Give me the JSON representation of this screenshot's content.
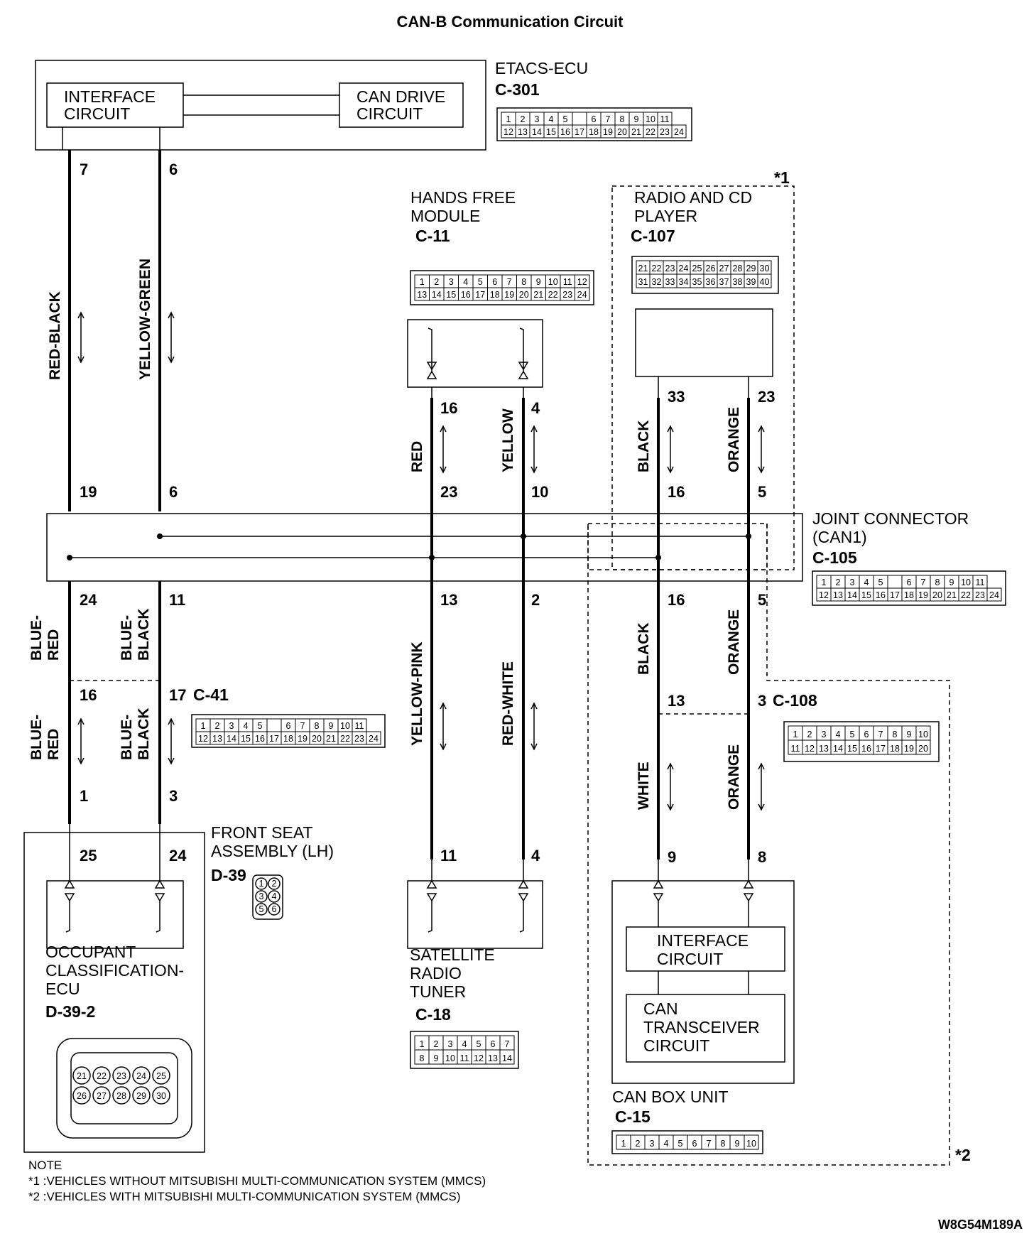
{
  "title": "CAN-B Communication Circuit",
  "footer_code": "W8G54M189A",
  "etacs": {
    "name": "ETACS-ECU",
    "connector": "C-301",
    "interface": [
      "INTERFACE",
      "CIRCUIT"
    ],
    "can_drive": [
      "CAN DRIVE",
      "CIRCUIT"
    ]
  },
  "hands_free": {
    "name": [
      "HANDS FREE",
      "MODULE"
    ],
    "connector": "C-11"
  },
  "radio": {
    "name": [
      "RADIO AND CD",
      "PLAYER"
    ],
    "connector": "C-107"
  },
  "joint": {
    "name": [
      "JOINT CONNECTOR",
      "(CAN1)"
    ],
    "connector": "C-105"
  },
  "front_seat": {
    "name": [
      "FRONT SEAT",
      "ASSEMBLY (LH)"
    ],
    "connector": "D-39"
  },
  "occupant": {
    "name": [
      "OCCUPANT",
      "CLASSIFICATION-",
      "ECU"
    ],
    "connector": "D-39-2"
  },
  "satellite": {
    "name": [
      "SATELLITE",
      "RADIO",
      "TUNER"
    ],
    "connector": "C-18"
  },
  "can_box": {
    "name": "CAN BOX UNIT",
    "connector": "C-15",
    "interface": [
      "INTERFACE",
      "CIRCUIT"
    ],
    "transceiver": [
      "CAN",
      "TRANSCEIVER",
      "CIRCUIT"
    ]
  },
  "c41": {
    "connector": "C-41"
  },
  "c108": {
    "connector": "C-108"
  },
  "marks": {
    "star1": "*1",
    "star2": "*2"
  },
  "wire_colors": {
    "red_black": "RED-BLACK",
    "yellow_green": "YELLOW-GREEN",
    "red": "RED",
    "yellow": "YELLOW",
    "black": "BLACK",
    "orange": "ORANGE",
    "blue_red": [
      "BLUE-",
      "RED"
    ],
    "blue_black": [
      "BLUE-",
      "BLACK"
    ],
    "yellow_pink": "YELLOW-PINK",
    "red_white": "RED-WHITE",
    "white": "WHITE"
  },
  "pins": {
    "etacs_a": "7",
    "etacs_b": "6",
    "joint_top_a": "19",
    "joint_top_b": "6",
    "joint_top_c": "23",
    "joint_top_d": "10",
    "joint_top_e": "16",
    "joint_top_f": "5",
    "joint_bot_a": "24",
    "joint_bot_b": "11",
    "joint_bot_c": "13",
    "joint_bot_d": "2",
    "joint_bot_e": "16",
    "joint_bot_f": "5",
    "hf_a": "16",
    "hf_b": "4",
    "radio_a": "33",
    "radio_b": "23",
    "c41_a": "16",
    "c41_b": "17",
    "seat_a": "1",
    "seat_b": "3",
    "occ_a": "25",
    "occ_b": "24",
    "sat_a": "11",
    "sat_b": "4",
    "c108_a": "13",
    "c108_b": "3",
    "box_a": "9",
    "box_b": "8"
  },
  "notes": {
    "heading": "NOTE",
    "n1": "*1 :VEHICLES WITHOUT MITSUBISHI MULTI-COMMUNICATION SYSTEM (MMCS)",
    "n2": "*2 :VEHICLES WITH MITSUBISHI MULTI-COMMUNICATION SYSTEM (MMCS)"
  },
  "connector_pins": {
    "c301_top": [
      "1",
      "2",
      "3",
      "4",
      "5",
      "",
      "6",
      "7",
      "8",
      "9",
      "10",
      "11"
    ],
    "c301_bot": [
      "12",
      "13",
      "14",
      "15",
      "16",
      "17",
      "18",
      "19",
      "20",
      "21",
      "22",
      "23",
      "24"
    ],
    "c11_top": [
      "1",
      "2",
      "3",
      "4",
      "5",
      "6",
      "7",
      "8",
      "9",
      "10",
      "11",
      "12"
    ],
    "c11_bot": [
      "13",
      "14",
      "15",
      "16",
      "17",
      "18",
      "19",
      "20",
      "21",
      "22",
      "23",
      "24"
    ],
    "c107_top": [
      "21",
      "22",
      "23",
      "24",
      "25",
      "26",
      "27",
      "28",
      "29",
      "30"
    ],
    "c107_bot": [
      "31",
      "32",
      "33",
      "34",
      "35",
      "36",
      "37",
      "38",
      "39",
      "40"
    ],
    "c108_top": [
      "1",
      "2",
      "3",
      "4",
      "5",
      "6",
      "7",
      "8",
      "9",
      "10"
    ],
    "c108_bot": [
      "11",
      "12",
      "13",
      "14",
      "15",
      "16",
      "17",
      "18",
      "19",
      "20"
    ],
    "c18_top": [
      "1",
      "2",
      "3",
      "4",
      "5",
      "6",
      "7"
    ],
    "c18_bot": [
      "8",
      "9",
      "10",
      "11",
      "12",
      "13",
      "14"
    ],
    "c15_row": [
      "1",
      "2",
      "3",
      "4",
      "5",
      "6",
      "7",
      "8",
      "9",
      "10"
    ],
    "d392_top": [
      "21",
      "22",
      "23",
      "24",
      "25"
    ],
    "d392_bot": [
      "26",
      "27",
      "28",
      "29",
      "30"
    ],
    "d39": [
      "1",
      "2",
      "3",
      "4",
      "5",
      "6"
    ]
  }
}
